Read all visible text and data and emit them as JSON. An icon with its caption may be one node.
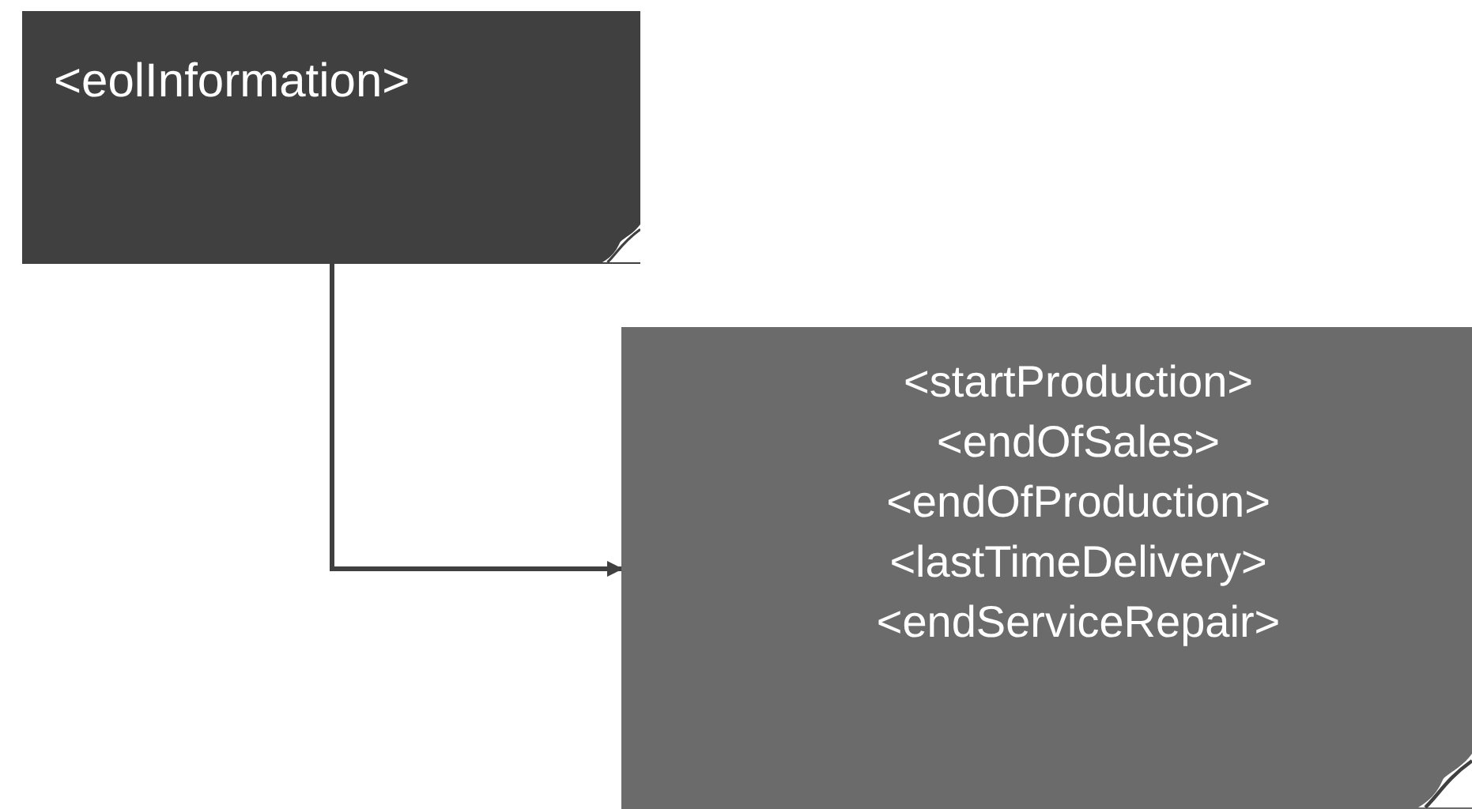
{
  "diagram": {
    "nodes": [
      {
        "text": [
          "<eolInformation>"
        ]
      },
      {
        "text": [
          "<startProduction>",
          "<endOfSales>",
          "<endOfProduction>",
          "<lastTimeDelivery>",
          "<endServiceRepair>"
        ]
      }
    ],
    "edges": [
      {
        "from": 0,
        "to": 1,
        "arrow": "to"
      }
    ]
  }
}
